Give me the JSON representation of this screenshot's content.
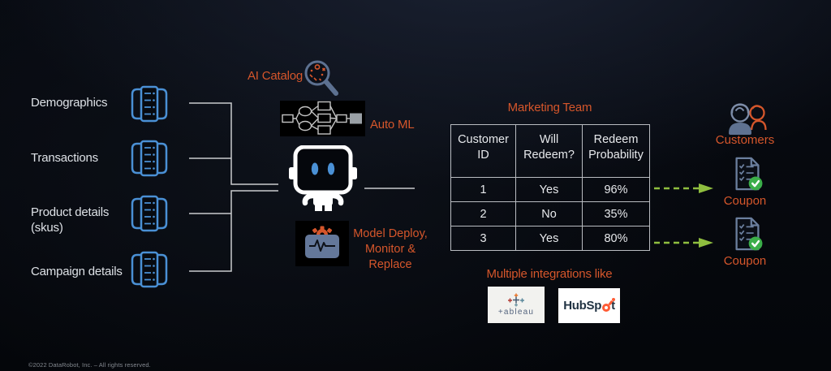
{
  "palette": {
    "background": "#080b12",
    "accent_orange": "#d5562b",
    "icon_blue": "#4a90d5",
    "steel_blue": "#6b7f9e",
    "connector_gray": "#c9cbce",
    "arrow_green": "#8fbe3f",
    "check_green": "#3bae49",
    "hubspot_orange": "#ff5c35",
    "hubspot_navy": "#213343"
  },
  "sources": [
    {
      "label": "Demographics"
    },
    {
      "label": "Transactions"
    },
    {
      "label": "Product details",
      "sub": "(skus)"
    },
    {
      "label": "Campaign details"
    }
  ],
  "pipeline": {
    "ai_catalog": "AI Catalog",
    "auto_ml": "Auto ML",
    "model_deploy": [
      "Model Deploy,",
      "Monitor &",
      "Replace"
    ]
  },
  "marketing": {
    "title": "Marketing Team",
    "table": {
      "headers": [
        "Customer ID",
        "Will Redeem?",
        "Redeem Probability"
      ],
      "rows": [
        [
          "1",
          "Yes",
          "96%"
        ],
        [
          "2",
          "No",
          "35%"
        ],
        [
          "3",
          "Yes",
          "80%"
        ]
      ]
    },
    "integrations_title": "Multiple integrations like",
    "tableau_wordmark": "+ableau",
    "hubspot_prefix": "HubSp",
    "hubspot_suffix": "t"
  },
  "outputs": {
    "customers_label": "Customers",
    "coupons": [
      "Coupon",
      "Coupon"
    ]
  },
  "footer": {
    "text": "©2022 DataRobot, Inc. – All rights reserved."
  }
}
